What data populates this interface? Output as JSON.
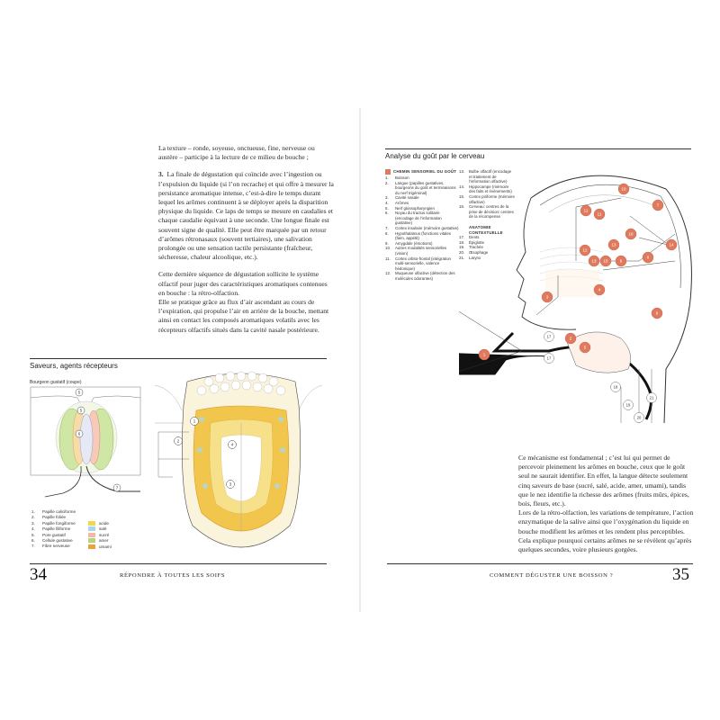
{
  "left_page": {
    "intro_text": "La texture – ronde, soyeuse, onctueuse, fine, nerveuse ou austère – participe à la lecture de ce milieu de bouche ;",
    "point3_number": "3.",
    "point3_text": "La finale de dégustation qui coïncide avec l’ingestion ou l’expulsion du liquide (si l’on recrache) et qui offre à mesurer la persistance aromatique intense, c’est-à-dire le temps durant lequel les arômes continuent à se déployer après la disparition physique du liquide. Ce laps de temps se mesure en caudalies et chaque caudalie équivaut à une seconde. Une longue finale est souvent signe de qualité. Elle peut être marquée par un retour d’arômes rétronasaux (souvent tertiaires), une salivation prolongée ou une sensation tactile persistante (fraîcheur, sécheresse, chaleur alcoolique, etc.).",
    "para2": "Cette dernière séquence de dégustation sollicite le système olfactif pour juger des caractéristiques aromatiques contenues en bouche : la rétro-olfaction.",
    "para3": "Elle se pratique grâce au flux d’air ascendant au cours de l’expiration, qui propulse l’air en arrière de la bouche, mettant ainsi en contact les composés aromatiques volatils avec les récepteurs olfactifs situés dans la cavité nasale postérieure.",
    "figure_title": "Saveurs, agents récepteurs",
    "bud_caption": "Bourgeon gustatif (coupe)",
    "legend_items": [
      {
        "num": "1.",
        "label": "Papille caliciforme"
      },
      {
        "num": "2.",
        "label": "Papille foliée"
      },
      {
        "num": "3.",
        "label": "Papille fongiforme"
      },
      {
        "num": "4.",
        "label": "Papille filiforme"
      },
      {
        "num": "5.",
        "label": "Pore gustatif"
      },
      {
        "num": "6.",
        "label": "Cellule gustative"
      },
      {
        "num": "7.",
        "label": "Fibre nerveuse"
      }
    ],
    "taste_legend": [
      {
        "label": "acide",
        "color": "#f2d64b"
      },
      {
        "label": "salé",
        "color": "#a8d8e8"
      },
      {
        "label": "sucré",
        "color": "#f3b9a6"
      },
      {
        "label": "amer",
        "color": "#b7d47a"
      },
      {
        "label": "umami",
        "color": "#e8a33d"
      }
    ],
    "folio": "34",
    "running_head": "RÉPONDRE À TOUTES LES SOIFS"
  },
  "right_page": {
    "figure_title": "Analyse du goût par le cerveau",
    "legend_header": "CHEMIN SENSORIEL DU GOÛT",
    "legend_col1": [
      {
        "num": "1.",
        "label": "Boisson"
      },
      {
        "num": "2.",
        "label": "Langue (papilles gustatives, bourgeons du goût et terminaisons du nerf trigéminal)"
      },
      {
        "num": "3.",
        "label": "Cavité nasale"
      },
      {
        "num": "4.",
        "label": "Arômes"
      },
      {
        "num": "5.",
        "label": "Nerf glossopharyngien"
      },
      {
        "num": "6.",
        "label": "Noyau du tractus solitaire (encodage de l’information gustative)"
      },
      {
        "num": "7.",
        "label": "Cortex insulaire (mémoire gustative)"
      },
      {
        "num": "8.",
        "label": "Hypothalamus (fonctions vitales (faim, appétit)"
      },
      {
        "num": "9.",
        "label": "Amygdale (émotions)"
      },
      {
        "num": "10.",
        "label": "Autres modalités sensorielles (vision)"
      },
      {
        "num": "11.",
        "label": "Cortex orbito-frontal (intégration multi-sensorielle, valence hédonique)"
      },
      {
        "num": "12.",
        "label": "Muqueuse olfactive (détection des molécules odorantes)"
      }
    ],
    "legend_col2": [
      {
        "num": "13.",
        "label": "Bulbe olfactif (encodage et traitement de l’information olfactive)"
      },
      {
        "num": "14.",
        "label": "Hippocampe (mémoire des faits et événements)"
      },
      {
        "num": "15.",
        "label": "Cortex piriforme (mémoire olfactive)"
      },
      {
        "num": "16.",
        "label": "Cerveau: centres de la prise de décision: centres de la récompense"
      }
    ],
    "anatomy_header": "ANATOMIE CONTEXTUELLE",
    "anatomy_items": [
      {
        "num": "17.",
        "label": "Dents"
      },
      {
        "num": "18.",
        "label": "Épiglotte"
      },
      {
        "num": "19.",
        "label": "Trachée"
      },
      {
        "num": "20.",
        "label": "Œsophage"
      },
      {
        "num": "21.",
        "label": "Larynx"
      }
    ],
    "body_text": "Ce mécanisme est fondamental ; c’est lui qui permet de percevoir pleinement les arômes en bouche, ceux que le goût seul ne saurait identifier. En effet, la langue détecte seulement cinq saveurs de base (sucré, salé, acide, amer, umami), tandis que le nez identifie la richesse des arômes (fruits mûrs, épices, bois, fleurs, etc.).",
    "body_text2": "Lors de la rétro-olfaction, les variations de température, l’action enzymatique de la salive ainsi que l’oxygénation du liquide en bouche modifient les arômes et les rendent plus perceptibles. Cela explique pourquoi certains arômes ne se révèlent qu’après quelques secondes, voire plusieurs gorgées.",
    "running_head": "COMMENT DÉGUSTER UNE BOISSON ?",
    "folio": "35",
    "accent_color": "#e07a5f"
  }
}
